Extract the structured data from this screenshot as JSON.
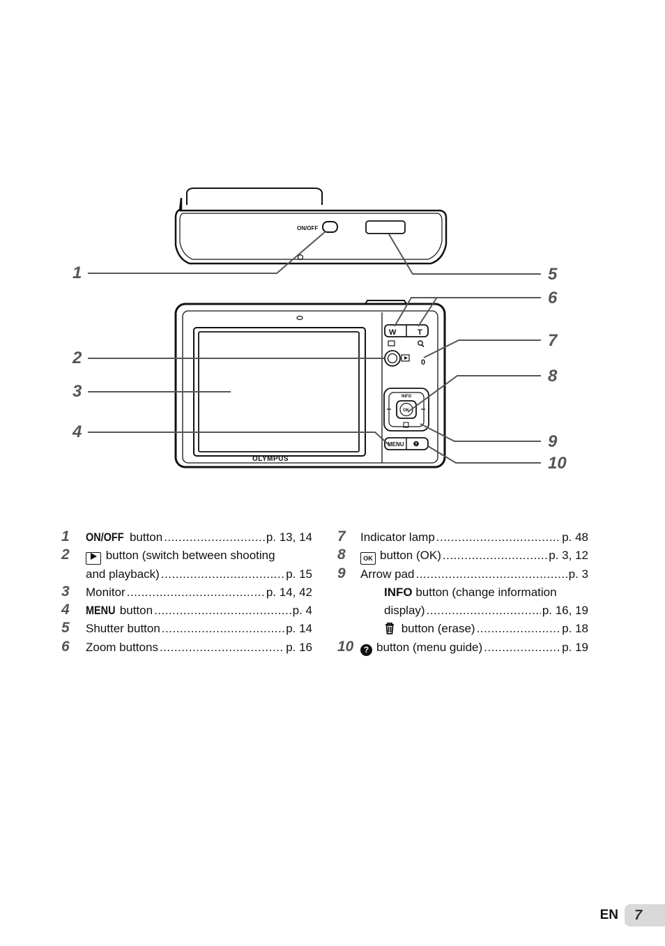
{
  "diagram": {
    "onoff_label": "ON/OFF",
    "brand": "OLYMPUS",
    "zoom_w": "W",
    "zoom_t": "T",
    "info_label": "INFO",
    "ok_label": "OK",
    "menu_label": "MENU",
    "help_symbol": "?",
    "lamp_symbol": "0",
    "callouts": [
      "1",
      "2",
      "3",
      "4",
      "5",
      "6",
      "7",
      "8",
      "9",
      "10"
    ]
  },
  "legend": {
    "left": [
      {
        "num": "1",
        "label_bold": "ON/OFF",
        "text": " button",
        "page": "p. 13, 14"
      },
      {
        "num": "2",
        "text": " button (switch between shooting",
        "text2": "and playback)",
        "page": "p. 15"
      },
      {
        "num": "3",
        "text": "Monitor",
        "page": "p. 14, 42"
      },
      {
        "num": "4",
        "label_bold": "MENU",
        "text": " button",
        "page": "p. 4"
      },
      {
        "num": "5",
        "text": "Shutter button",
        "page": "p. 14"
      },
      {
        "num": "6",
        "text": "Zoom buttons",
        "page": "p. 16"
      }
    ],
    "right": [
      {
        "num": "7",
        "text": "Indicator lamp",
        "page": "p. 48"
      },
      {
        "num": "8",
        "symbol": "OK",
        "text": "button (OK)",
        "page": "p. 3, 12"
      },
      {
        "num": "9",
        "text": "Arrow pad",
        "page": "p. 3",
        "sub1_bold": "INFO",
        "sub1_text": " button (change information",
        "sub1_text2": "display)",
        "sub1_page": "p. 16, 19",
        "sub2_text": " button (erase)",
        "sub2_page": "p. 18"
      },
      {
        "num": "10",
        "symbol": "?",
        "text": "button (menu guide)",
        "page": "p. 19"
      }
    ]
  },
  "footer": {
    "lang": "EN",
    "page": "7"
  }
}
